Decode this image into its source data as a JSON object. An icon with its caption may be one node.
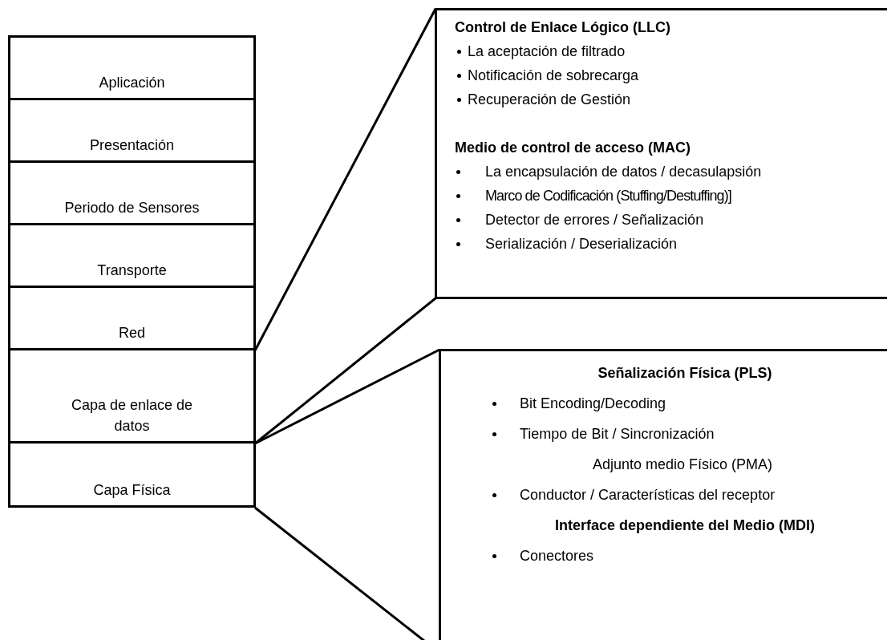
{
  "diagram": {
    "nodes": [
      {
        "text": [
          "Aplicación"
        ]
      },
      {
        "text": [
          "Presentación"
        ]
      },
      {
        "text": [
          "Periodo de Sensores"
        ]
      },
      {
        "text": [
          "Transporte"
        ]
      },
      {
        "text": [
          "Red"
        ]
      },
      {
        "text": [
          "Capa de enlace de datos"
        ]
      },
      {
        "text": [
          "Capa Física"
        ]
      },
      {
        "text": [
          "Control de Enlace Lógico (LLC)",
          "La aceptación de filtrado",
          "Notificación de sobrecarga",
          "Recuperación de Gestión",
          "Medio de control de acceso (MAC)",
          "La encapsulación de datos / decasulapsión",
          "Marco de Codificación (Stuffing/Destuffing)]",
          "Detector de errores / Señalización",
          "Serialización / Deserialización"
        ]
      },
      {
        "text": [
          "Señalización Física (PLS)",
          "Bit Encoding/Decoding",
          "Tiempo de Bit / Sincronización",
          "Adjunto medio Físico (PMA)",
          "Conductor / Características del receptor",
          "Interface dependiente del Medio (MDI)",
          "Conectores"
        ]
      }
    ],
    "edges": [
      {
        "from": 5,
        "to": 7,
        "arrow": "none"
      },
      {
        "from": 5,
        "to": 7,
        "arrow": "none"
      },
      {
        "from": 6,
        "to": 8,
        "arrow": "none"
      },
      {
        "from": 6,
        "to": 8,
        "arrow": "none"
      }
    ]
  }
}
